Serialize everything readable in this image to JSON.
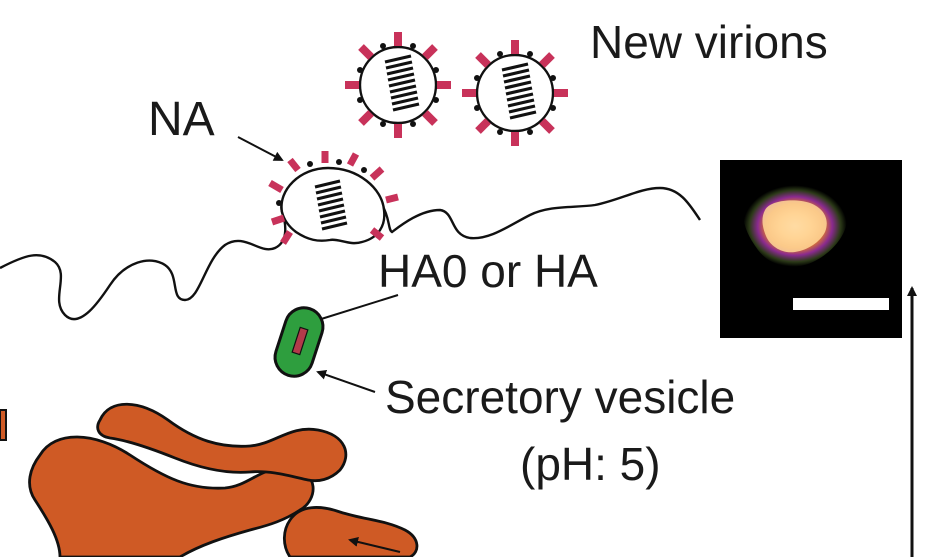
{
  "labels": {
    "new_virions": "New virions",
    "na": "NA",
    "ha": "HA0 or HA",
    "secretory_vesicle": "Secretory vesicle",
    "ph": "(pH: 5)"
  },
  "colors": {
    "spike_red": "#c8325a",
    "vesicle_green": "#2e9e3e",
    "golgi_orange": "#cf5a25",
    "outline": "#111111",
    "inset_background": "#000000",
    "inset_core": "#ffd79a",
    "inset_ring": "#7a1f8c",
    "scale_bar": "#ffffff"
  },
  "icons": {
    "virion": "virion-icon",
    "budding_virion": "budding-virion-icon",
    "vesicle": "secretory-vesicle-icon",
    "golgi": "golgi-apparatus-icon",
    "micrograph": "micrograph-inset"
  }
}
